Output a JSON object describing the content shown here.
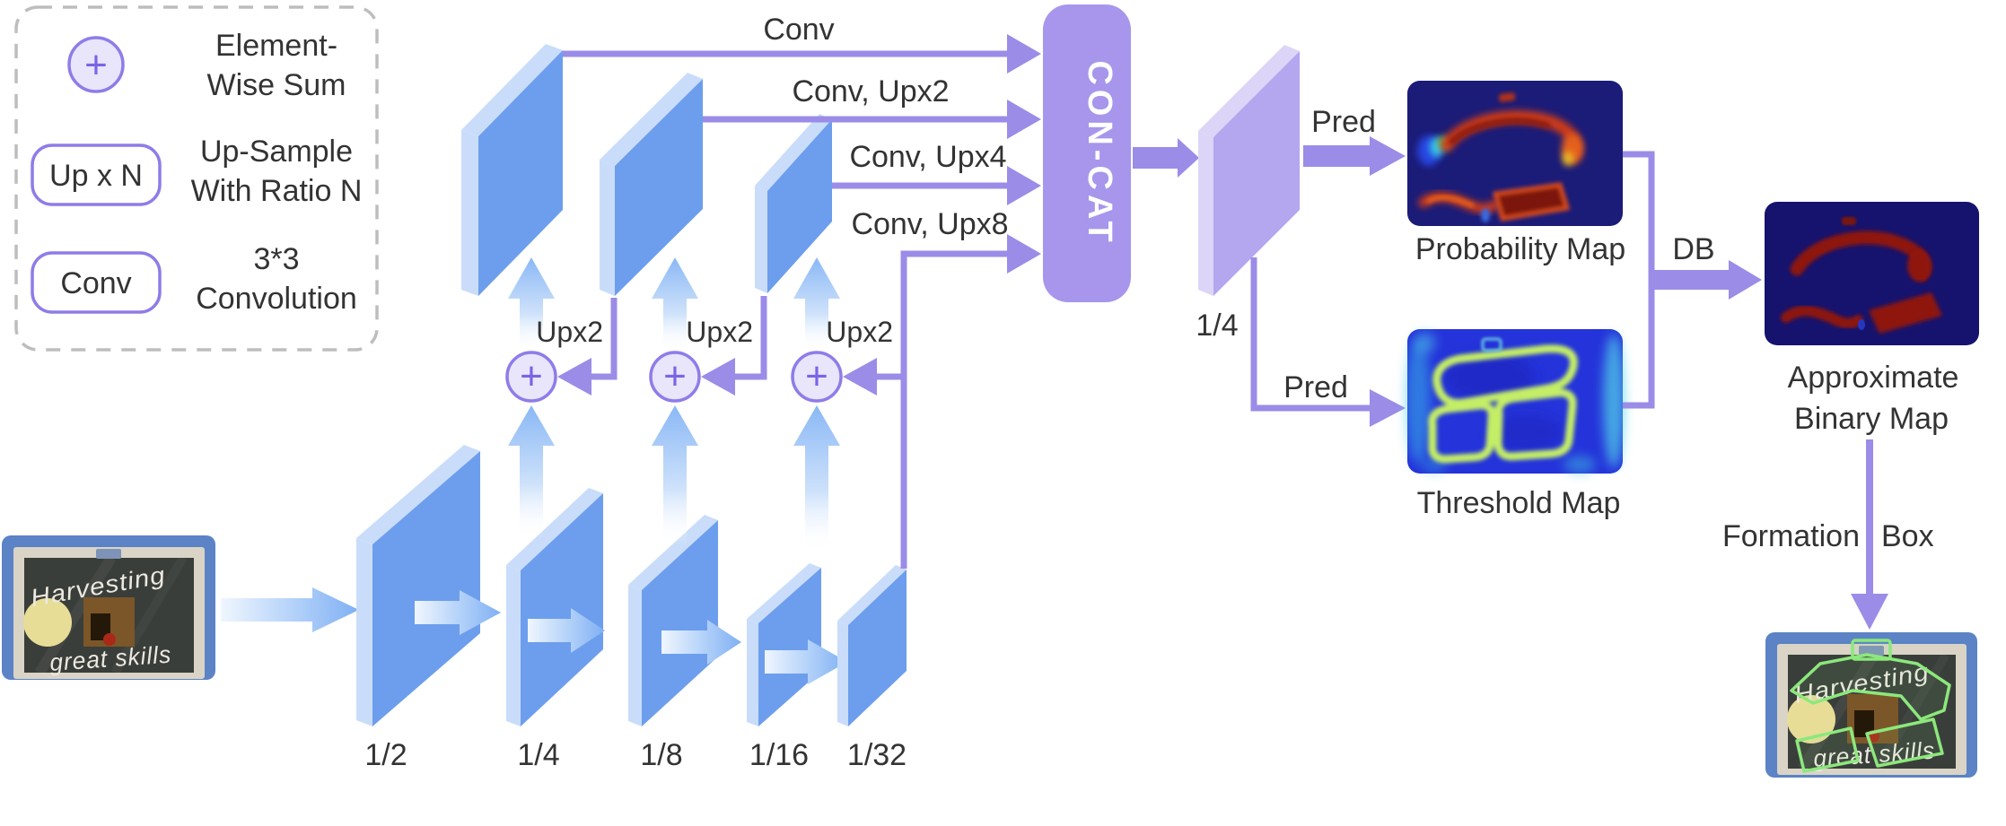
{
  "legend": {
    "plus_symbol": "+",
    "sum_line1": "Element-",
    "sum_line2": "Wise Sum",
    "up_box_label": "Up x N",
    "up_desc_line1": "Up-Sample",
    "up_desc_line2": "With Ratio N",
    "conv_box_label": "Conv",
    "conv_desc_line1": "3*3",
    "conv_desc_line2": "Convolution"
  },
  "backbone": {
    "scale_labels": [
      "1/2",
      "1/4",
      "1/8",
      "1/16",
      "1/32"
    ]
  },
  "fpn": {
    "plus_symbol": "+",
    "upsample_labels": [
      "Upx2",
      "Upx2",
      "Upx2"
    ],
    "conv_arrow_labels": [
      "Conv",
      "Conv, Upx2",
      "Conv, Upx4",
      "Conv, Upx8"
    ],
    "concat_label": "CON-CAT",
    "concat_scale_label": "1/4"
  },
  "head": {
    "pred_label_top": "Pred",
    "pred_label_bottom": "Pred",
    "probability_caption": "Probability Map",
    "threshold_caption": "Threshold Map",
    "db_label": "DB",
    "approx_caption_line1": "Approximate",
    "approx_caption_line2": "Binary Map",
    "formation_label": "Formation",
    "box_label": "Box"
  },
  "photos": {
    "board_line1": "Harvesting",
    "board_line2": "great skills"
  },
  "colors": {
    "arrow_purple": "#9b8ce8",
    "slab_blue": "#6d9eed",
    "slab_blue_light": "#c9ddfa",
    "concat_purple": "#a796ec",
    "slab_purple": "#b4a6ef",
    "plus_fill": "#e9e5fb",
    "plus_stroke": "#8f7ce9",
    "prob_map_bg": "#1b1b78",
    "threshold_map_bg": "#2433da",
    "binary_map_bg": "#15136e",
    "detect_green": "#8ce87c"
  }
}
